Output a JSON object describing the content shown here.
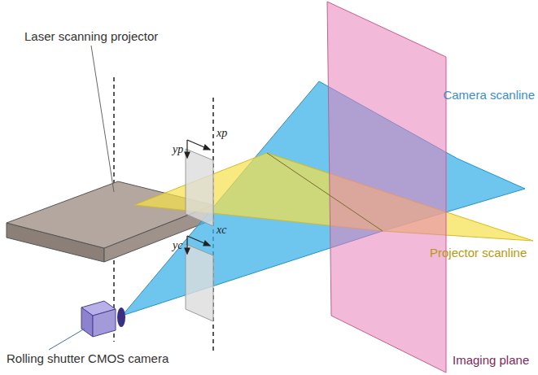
{
  "diagram": {
    "labels": [
      "Laser scanning projector",
      "xp",
      "yp",
      "xc",
      "yc",
      "Camera scanline",
      "Projector scanline",
      "Rolling shutter CMOS camera",
      "Imaging plane"
    ]
  }
}
